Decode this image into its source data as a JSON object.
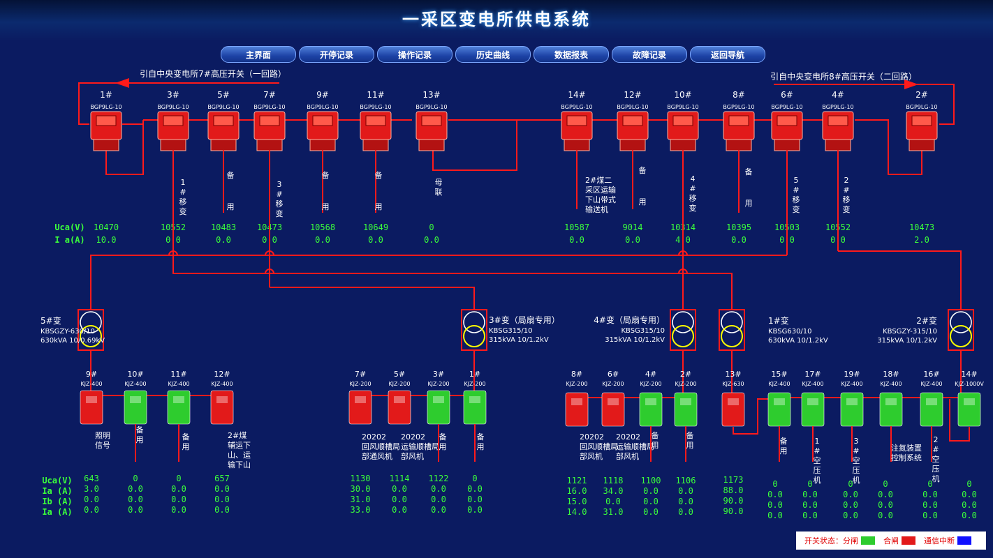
{
  "title": "一采区变电所供电系统",
  "nav": [
    "主界面",
    "开停记录",
    "操作记录",
    "历史曲线",
    "数据报表",
    "故障记录",
    "返回导航"
  ],
  "top": {
    "feed_left": "引自中央变电所7#高压开关（一回路）",
    "feed_right": "引自中央变电所8#高压开关（二回路）",
    "row_labels": [
      "Uca(V)",
      "I a(A)"
    ],
    "switches": [
      {
        "id": "1#",
        "model": "BGP9LG-10",
        "uca": "10470",
        "ia": "10.0",
        "load": "",
        "state": "closed"
      },
      {
        "id": "3#",
        "model": "BGP9LG-10",
        "uca": "10552",
        "ia": "0.0",
        "load": "1#移变",
        "state": "closed"
      },
      {
        "id": "5#",
        "model": "BGP9LG-10",
        "uca": "10483",
        "ia": "0.0",
        "load": "备用",
        "state": "closed"
      },
      {
        "id": "7#",
        "model": "BGP9LG-10",
        "uca": "10473",
        "ia": "0.0",
        "load": "3#移变",
        "state": "closed"
      },
      {
        "id": "9#",
        "model": "BGP9LG-10",
        "uca": "10568",
        "ia": "0.0",
        "load": "备用",
        "state": "closed"
      },
      {
        "id": "11#",
        "model": "BGP9LG-10",
        "uca": "10649",
        "ia": "0.0",
        "load": "备用",
        "state": "closed"
      },
      {
        "id": "13#",
        "model": "BGP9LG-10",
        "uca": "0",
        "ia": "0.0",
        "load": "母联",
        "state": "closed"
      },
      {
        "id": "14#",
        "model": "BGP9LG-10",
        "uca": "10587",
        "ia": "0.0",
        "load": "2#煤二采区运输下山带式输送机",
        "state": "closed"
      },
      {
        "id": "12#",
        "model": "BGP9LG-10",
        "uca": "9014",
        "ia": "0.0",
        "load": "备用",
        "state": "closed"
      },
      {
        "id": "10#",
        "model": "BGP9LG-10",
        "uca": "10314",
        "ia": "4.0",
        "load": "4#移变",
        "state": "closed"
      },
      {
        "id": "8#",
        "model": "BGP9LG-10",
        "uca": "10395",
        "ia": "0.0",
        "load": "备用",
        "state": "closed"
      },
      {
        "id": "6#",
        "model": "BGP9LG-10",
        "uca": "10503",
        "ia": "0.0",
        "load": "5#移变",
        "state": "closed"
      },
      {
        "id": "4#",
        "model": "BGP9LG-10",
        "uca": "10552",
        "ia": "0.0",
        "load": "2#移变",
        "state": "closed"
      },
      {
        "id": "2#",
        "model": "BGP9LG-10",
        "uca": "10473",
        "ia": "2.0",
        "load": "",
        "state": "closed"
      }
    ]
  },
  "transformers": [
    {
      "name": "5#变",
      "model": "KBSGZY-630/10",
      "spec": "630kVA 10/0.69kV"
    },
    {
      "name": "3#变（局扇专用）",
      "model": "KBSG315/10",
      "spec": "315kVA 10/1.2kV"
    },
    {
      "name": "4#变（局扇专用）",
      "model": "KBSG315/10",
      "spec": "315kVA 10/1.2kV"
    },
    {
      "name": "1#变",
      "model": "KBSG630/10",
      "spec": "630kVA 10/1.2kV"
    },
    {
      "name": "2#变",
      "model": "KBSGZY-315/10",
      "spec": "315kVA 10/1.2kV"
    }
  ],
  "low_row_labels": [
    "Uca(V)",
    "Ia (A)",
    "Ib (A)",
    "Ia (A)"
  ],
  "groups": [
    {
      "switches": [
        {
          "id": "9#",
          "model": "KJZ-400",
          "state": "closed",
          "load": "照明信号",
          "v": [
            "643",
            "3.0",
            "0.0",
            "0.0"
          ]
        },
        {
          "id": "10#",
          "model": "KJZ-400",
          "state": "open",
          "load": "备用",
          "v": [
            "0",
            "0.0",
            "0.0",
            "0.0"
          ]
        },
        {
          "id": "11#",
          "model": "KJZ-400",
          "state": "open",
          "load": "备用",
          "v": [
            "0",
            "0.0",
            "0.0",
            "0.0"
          ]
        },
        {
          "id": "12#",
          "model": "KJZ-400",
          "state": "closed",
          "load": "2#煤辅运下山、运输下山",
          "v": [
            "657",
            "0.0",
            "0.0",
            "0.0"
          ]
        }
      ]
    },
    {
      "switches": [
        {
          "id": "7#",
          "model": "KJZ-200",
          "state": "closed",
          "load": "20202回风顺槽局部通风机",
          "v": [
            "1130",
            "30.0",
            "31.0",
            "33.0"
          ]
        },
        {
          "id": "5#",
          "model": "KJZ-200",
          "state": "closed",
          "load": "20202运输顺槽局部风机",
          "v": [
            "1114",
            "0.0",
            "0.0",
            "0.0"
          ]
        },
        {
          "id": "3#",
          "model": "KJZ-200",
          "state": "open",
          "load": "备用",
          "v": [
            "1122",
            "0.0",
            "0.0",
            "0.0"
          ]
        },
        {
          "id": "1#",
          "model": "KJZ-200",
          "state": "open",
          "load": "备用",
          "v": [
            "0",
            "0.0",
            "0.0",
            "0.0"
          ]
        }
      ]
    },
    {
      "switches": [
        {
          "id": "8#",
          "model": "KJZ-200",
          "state": "closed",
          "load": "20202回风顺槽局部风机",
          "v": [
            "1121",
            "16.0",
            "15.0",
            "14.0"
          ]
        },
        {
          "id": "6#",
          "model": "KJZ-200",
          "state": "closed",
          "load": "20202运输顺槽局部风机",
          "v": [
            "1118",
            "34.0",
            "0.0",
            "31.0"
          ]
        },
        {
          "id": "4#",
          "model": "KJZ-200",
          "state": "open",
          "load": "备用",
          "v": [
            "1100",
            "0.0",
            "0.0",
            "0.0"
          ]
        },
        {
          "id": "2#",
          "model": "KJZ-200",
          "state": "open",
          "load": "备用",
          "v": [
            "1106",
            "0.0",
            "0.0",
            "0.0"
          ]
        }
      ]
    },
    {
      "switches": [
        {
          "id": "13#",
          "model": "KJZ-630",
          "state": "closed",
          "load": "",
          "v": [
            "1173",
            "88.0",
            "90.0",
            "90.0"
          ]
        },
        {
          "id": "15#",
          "model": "KJZ-400",
          "state": "open",
          "load": "备用",
          "v": [
            "0",
            "0.0",
            "0.0",
            "0.0"
          ]
        },
        {
          "id": "17#",
          "model": "KJZ-400",
          "state": "open",
          "load": "1#空压机",
          "v": [
            "0",
            "0.0",
            "0.0",
            "0.0"
          ]
        },
        {
          "id": "19#",
          "model": "KJZ-400",
          "state": "open",
          "load": "3#空压机",
          "v": [
            "0",
            "0.0",
            "0.0",
            "0.0"
          ]
        },
        {
          "id": "18#",
          "model": "KJZ-400",
          "state": "open",
          "load": "注氮装置控制系统",
          "v": [
            "0",
            "0.0",
            "0.0",
            "0.0"
          ]
        },
        {
          "id": "16#",
          "model": "KJZ-400",
          "state": "open",
          "load": "2#空压机",
          "v": [
            "0",
            "0.0",
            "0.0",
            "0.0"
          ]
        },
        {
          "id": "14#",
          "model": "KJZ-1000V",
          "state": "open",
          "load": "",
          "v": [
            "0",
            "0.0",
            "0.0",
            "0.0"
          ]
        }
      ]
    }
  ],
  "legend": {
    "label": "开关状态：",
    "open": "分闸",
    "closed": "合闸",
    "comm": "通信中断"
  },
  "colors": {
    "bg": "#0b1b61",
    "line": "#ff1a1a",
    "closed": "#e21a1a",
    "open": "#2ecc2e",
    "comm": "#1010ff",
    "value": "#3bff3b",
    "label": "#ffffff"
  }
}
